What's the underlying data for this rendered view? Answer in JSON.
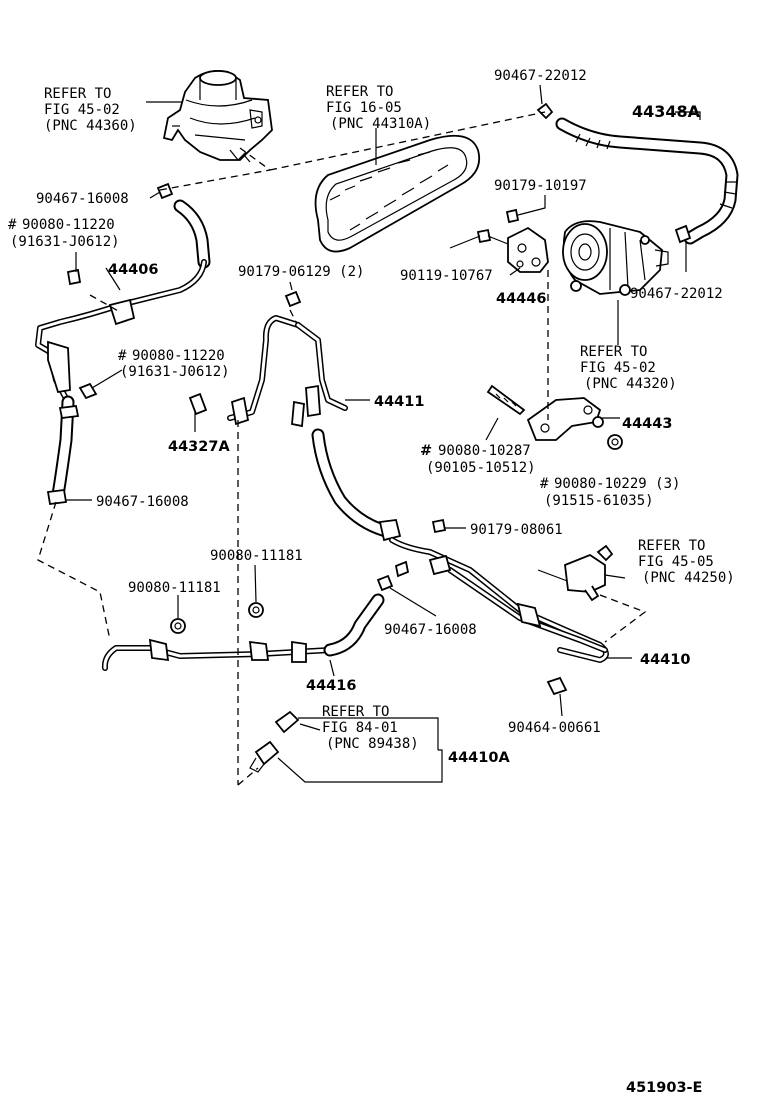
{
  "diagram_code": "451903-E",
  "refs": {
    "reservoir": {
      "l1": "REFER TO",
      "l2": "FIG 45-02",
      "l3": "(PNC 44360)"
    },
    "belt": {
      "l1": "REFER TO",
      "l2": "FIG 16-05",
      "l3": "(PNC 44310A)"
    },
    "pump": {
      "l1": "REFER TO",
      "l2": "FIG 45-02",
      "l3": "(PNC 44320)"
    },
    "gear": {
      "l1": "REFER TO",
      "l2": "FIG 45-05",
      "l3": "(PNC 44250)"
    },
    "sensor": {
      "l1": "REFER TO",
      "l2": "FIG 84-01",
      "l3": "(PNC 89438)"
    }
  },
  "parts": {
    "p_44348A": "44348A",
    "p_90467_22012_top": "90467-22012",
    "p_90467_22012_right": "90467-22012",
    "p_90179_10197": "90179-10197",
    "p_90119_10767": "90119-10767",
    "p_44446": "44446",
    "p_90467_16008_a": "90467-16008",
    "p_90080_11220_a": "90080-11220",
    "p_91631_J0612_a": "(91631-J0612)",
    "p_44406": "44406",
    "p_90179_06129": "90179-06129 (2)",
    "p_90080_11220_b": "90080-11220",
    "p_91631_J0612_b": "(91631-J0612)",
    "p_44411": "44411",
    "p_44327A": "44327A",
    "p_44443": "44443",
    "p_90080_10287": "90080-10287",
    "p_90105_10512": "(90105-10512)",
    "p_90080_10229": "90080-10229 (3)",
    "p_91515_61035": "(91515-61035)",
    "p_90467_16008_b": "90467-16008",
    "p_90179_08061": "90179-08061",
    "p_90080_11181_a": "90080-11181",
    "p_90080_11181_b": "90080-11181",
    "p_90467_16008_c": "90467-16008",
    "p_44410": "44410",
    "p_44416": "44416",
    "p_90464_00661": "90464-00661",
    "p_44410A": "44410A"
  },
  "mark": "#"
}
